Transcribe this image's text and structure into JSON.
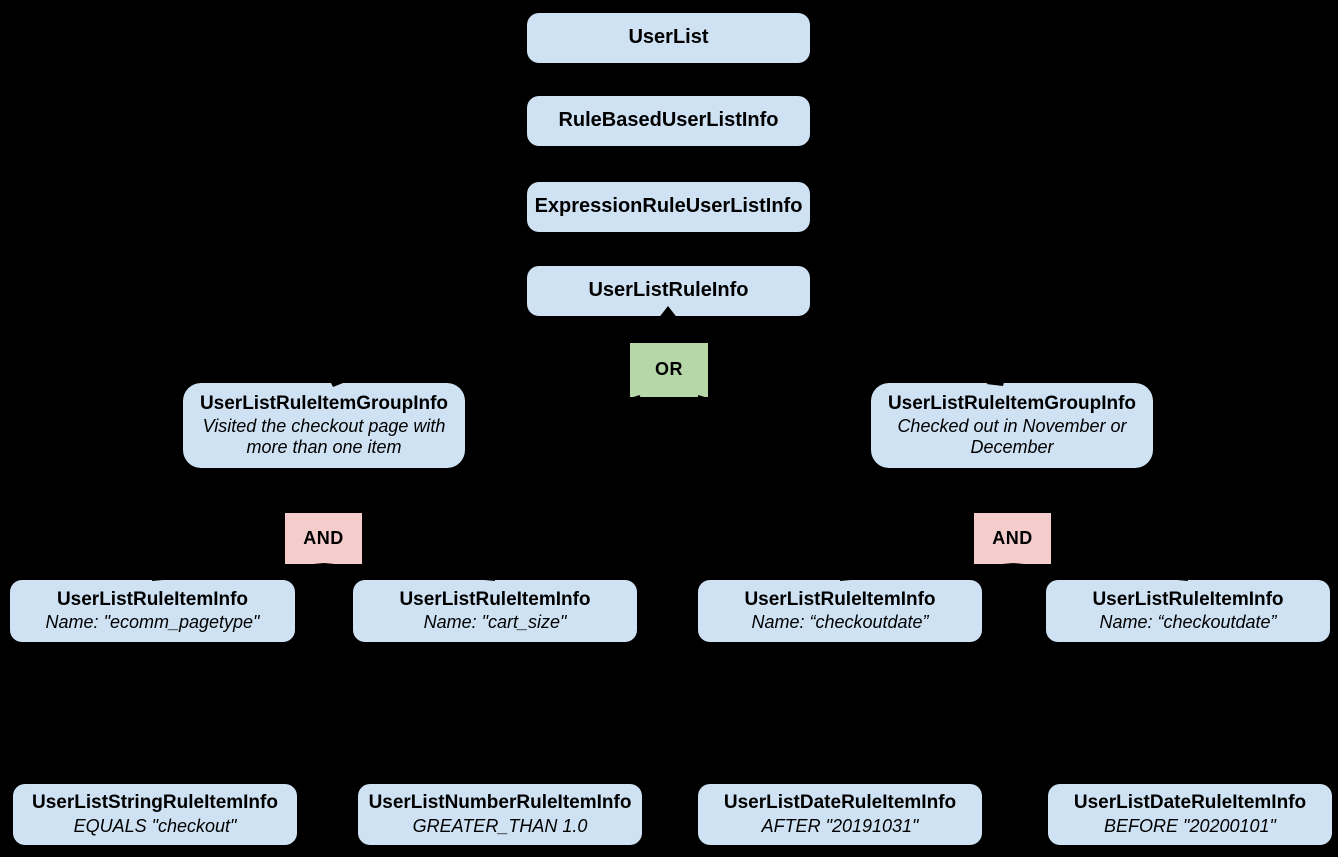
{
  "diagram": {
    "background_color": "#000000",
    "node_color": "#cfe2f3",
    "or_color": "#b6d7a8",
    "and_color": "#f4cccc",
    "text_color": "#000000"
  },
  "nodes": {
    "userlist": {
      "title": "UserList"
    },
    "rule_based": {
      "title": "RuleBasedUserListInfo"
    },
    "expression_rule": {
      "title": "ExpressionRuleUserListInfo"
    },
    "user_list_rule": {
      "title": "UserListRuleInfo"
    },
    "or_operator": {
      "label": "OR"
    },
    "left_group": {
      "title": "UserListRuleItemGroupInfo",
      "description": "Visited the checkout page with more than one item"
    },
    "right_group": {
      "title": "UserListRuleItemGroupInfo",
      "description": "Checked out in November or December"
    },
    "left_and": {
      "label": "AND"
    },
    "right_and": {
      "label": "AND"
    },
    "leaf_ecomm_pagetype": {
      "title": "UserListRuleItemInfo",
      "description": "Name: \"ecomm_pagetype\""
    },
    "leaf_cart_size": {
      "title": "UserListRuleItemInfo",
      "description": "Name: \"cart_size\""
    },
    "leaf_checkoutdate_1": {
      "title": "UserListRuleItemInfo",
      "description": "Name: “checkoutdate”"
    },
    "leaf_checkoutdate_2": {
      "title": "UserListRuleItemInfo",
      "description": "Name: “checkoutdate”"
    },
    "string_rule": {
      "title": "UserListStringRuleItemInfo",
      "description": "EQUALS \"checkout\""
    },
    "number_rule": {
      "title": "UserListNumberRuleItemInfo",
      "description": "GREATER_THAN 1.0"
    },
    "date_rule_after": {
      "title": "UserListDateRuleItemInfo",
      "description": "AFTER \"20191031\""
    },
    "date_rule_before": {
      "title": "UserListDateRuleItemInfo",
      "description": "BEFORE \"20200101\""
    }
  }
}
